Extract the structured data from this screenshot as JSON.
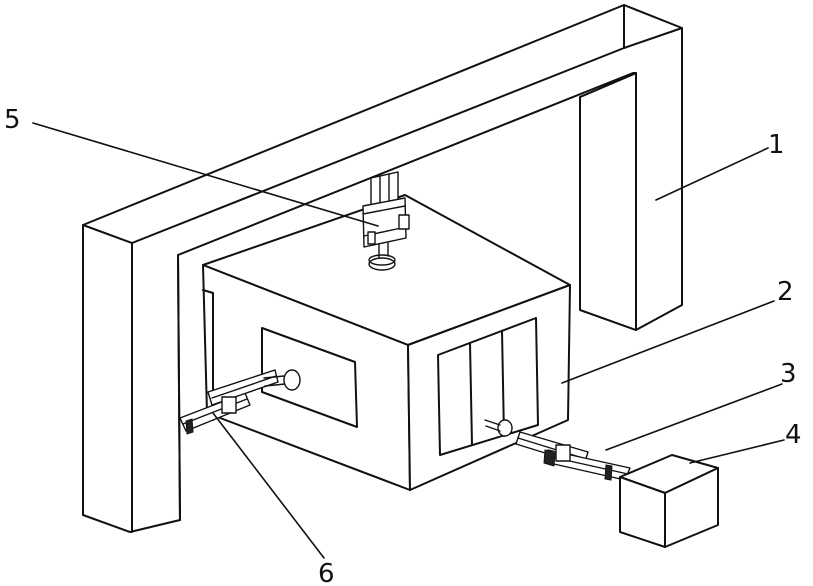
{
  "labels": {
    "frame": "1",
    "chamber": "2",
    "right_actuator": "3",
    "control_box": "4",
    "top_actuator": "5",
    "left_actuator": "6"
  }
}
